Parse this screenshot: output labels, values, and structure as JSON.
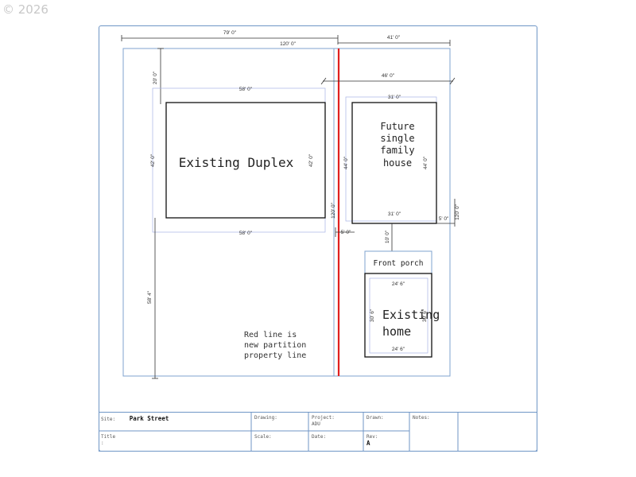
{
  "watermark": "© 2026",
  "drawing": {
    "buildings": {
      "duplex": "Existing Duplex",
      "future_house": [
        "Future",
        "single",
        "family",
        "house"
      ],
      "porch": "Front porch",
      "existing_home": [
        "Existing",
        "home"
      ]
    },
    "note": [
      "Red line is",
      "new partition",
      "property line"
    ],
    "dims": {
      "top_79": "79' 0\"",
      "top_120": "120' 0\"",
      "top_41": "41' 0\"",
      "d_46": "46' 0\"",
      "d_20": "20' 0\"",
      "duplex_top": "58' 0\"",
      "duplex_bottom": "58' 0\"",
      "duplex_left": "42' 0\"",
      "duplex_right": "42' 0\"",
      "center_120": "120' 0\"",
      "d_5_left": "5' 0\"",
      "fh_top": "31' 0\"",
      "fh_bottom": "31' 0\"",
      "fh_left": "44' 0\"",
      "fh_right": "44' 0\"",
      "d_5_right": "5' 0\"",
      "right_120": "120' 0\"",
      "d_10": "10' 0\"",
      "d_58_4": "58' 4\"",
      "eh_top": "24' 6\"",
      "eh_bottom": "24' 6\"",
      "eh_left": "30' 6\"",
      "eh_right": "30' 6\""
    }
  },
  "title_block": {
    "site_label": "Site:",
    "site_value": "Park Street",
    "drawing_label": "Drawing:",
    "project_label": "Project:",
    "project_value": "ADU",
    "drawn_label": "Drawn:",
    "notes_label": "Notes:",
    "title_label": "Title",
    "title_value": ":",
    "scale_label": "Scale:",
    "date_label": "Date:",
    "rev_label": "Rev:",
    "rev_value": "A"
  },
  "colors": {
    "frame": "#6f96c6",
    "partition": "#e02020",
    "guide": "#a9b4e6"
  }
}
